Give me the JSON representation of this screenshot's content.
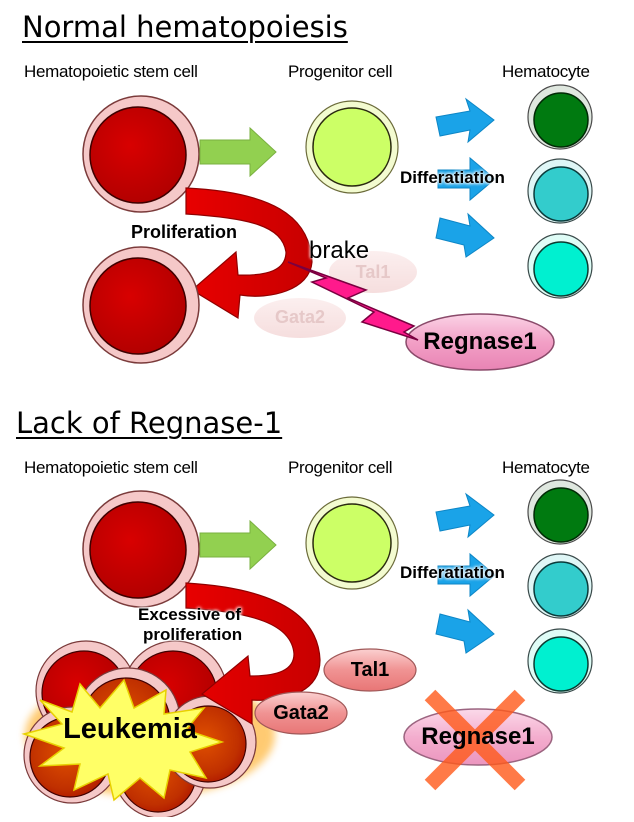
{
  "sections": [
    {
      "title": "Normal hematopoiesis",
      "col_labels": {
        "stem": "Hematopoietic stem cell",
        "progenitor": "Progenitor cell",
        "hematocyte": "Hematocyte"
      },
      "differentiation": "Differatiation",
      "proliferation": "Proliferation",
      "brake": "brake",
      "factors": {
        "tal1": "Tal1",
        "gata2": "Gata2",
        "regnase": "Regnase1"
      }
    },
    {
      "title": " Lack of Regnase-1",
      "col_labels": {
        "stem": "Hematopoietic stem cell",
        "progenitor": "Progenitor cell",
        "hematocyte": "Hematocyte"
      },
      "differentiation": "Differatiation",
      "proliferation_line1": "Excessive of",
      "proliferation_line2": "proliferation",
      "factors": {
        "tal1": "Tal1",
        "gata2": "Gata2",
        "regnase": "Regnase1"
      },
      "leukemia": "Leukemia"
    }
  ],
  "colors": {
    "stem_fill": "#c00000",
    "stem_ring": "#f4c6c6",
    "progenitor_fill": "#ccff66",
    "progenitor_ring": "#f3fbd0",
    "hematocyte_green": "#007a10",
    "hematocyte_teal": "#33cccc",
    "hematocyte_aqua": "#00f0d0",
    "arrow_green": "#92d050",
    "arrow_blue": "#1aa3e8",
    "arrow_red": "#e00000",
    "brake_pink": "#ff1a8c",
    "pill_pink": "#f2a3c6",
    "pill_salmon": "#f08a8a",
    "cross_orange": "#ff6a2a",
    "burst_yellow": "#ffff66"
  }
}
